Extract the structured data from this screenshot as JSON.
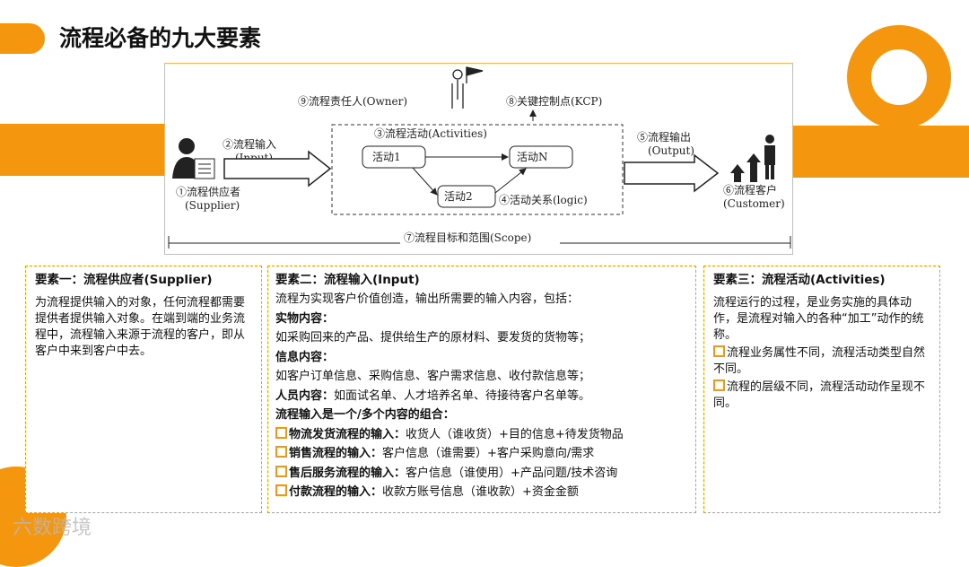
{
  "title": "流程必备的九大要素",
  "diagram": {
    "owner": "⑨流程责任人(Owner)",
    "kcp": "⑧关键控制点(KCP)",
    "activities": "③流程活动(Activities)",
    "input_label": "②流程输入",
    "input_en": "(Input)",
    "activity1": "活动1",
    "activityN": "活动N",
    "activity2": "活动2",
    "logic": "④活动关系(logic)",
    "output_label": "⑤流程输出",
    "output_en": "(Output)",
    "supplier": "①流程供应者",
    "supplier_en": "(Supplier)",
    "customer": "⑥流程客户",
    "customer_en": "(Customer)",
    "scope": "⑦流程目标和范围(Scope)"
  },
  "box1": {
    "heading": "要素一：流程供应者(Supplier)",
    "text": "为流程提供输入的对象，任何流程都需要提供者提供输入对象。在端到端的业务流程中，流程输入来源于流程的客户，即从客户中来到客户中去。"
  },
  "box2": {
    "heading": "要素二：流程输入(Input)",
    "intro": "流程为实现客户价值创造，输出所需要的输入内容，包括：",
    "physical_title": "实物内容：",
    "physical_text": "如采购回来的产品、提供给生产的原材料、要发货的货物等；",
    "info_title": "信息内容：",
    "info_text": "如客户订单信息、采购信息、客户需求信息、收付款信息等；",
    "people_title": "人员内容：",
    "people_text": "如面试名单、人才培养名单、待接待客户名单等。",
    "combo_title": "流程输入是一个/多个内容的组合：",
    "items": [
      {
        "label": "物流发货流程的输入：",
        "text": "收货人（谁收货）+目的信息+待发货物品"
      },
      {
        "label": "销售流程的输入：",
        "text": "客户信息（谁需要）+客户采购意向/需求"
      },
      {
        "label": "售后服务流程的输入：",
        "text": "客户信息（谁使用）+产品问题/技术咨询"
      },
      {
        "label": "付款流程的输入：",
        "text": "收款方账号信息（谁收款）+资金金额"
      }
    ]
  },
  "box3": {
    "heading": "要素三：流程活动(Activities)",
    "text": "流程运行的过程，是业务实施的具体动作，是流程对输入的各种“加工”动作的统称。",
    "bullets": [
      "流程业务属性不同，流程活动类型自然不同。",
      "流程的层级不同，流程活动动作呈现不同。"
    ]
  },
  "watermark": "六数跨境"
}
